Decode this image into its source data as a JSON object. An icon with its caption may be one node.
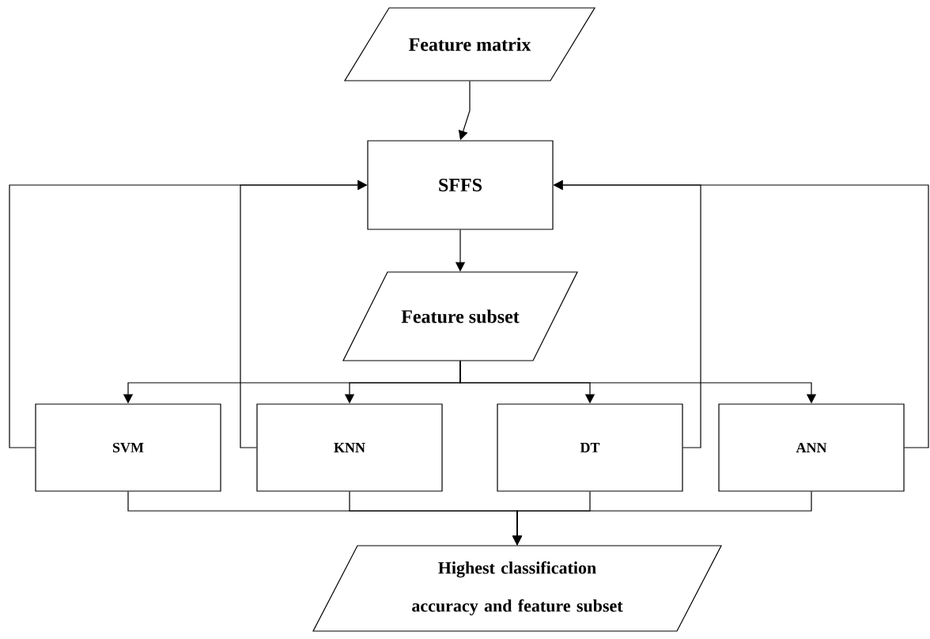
{
  "diagram": {
    "nodes": [
      {
        "text": [
          "Feature matrix"
        ]
      },
      {
        "text": [
          "SFFS"
        ]
      },
      {
        "text": [
          "Feature subset"
        ]
      },
      {
        "text": [
          "SVM"
        ]
      },
      {
        "text": [
          "KNN"
        ]
      },
      {
        "text": [
          "DT"
        ]
      },
      {
        "text": [
          "ANN"
        ]
      },
      {
        "text": [
          "Highest classification accuracy and feature subset"
        ]
      }
    ],
    "edges": [
      {
        "from": 0,
        "to": 1,
        "arrow": "to"
      },
      {
        "from": 1,
        "to": 2,
        "arrow": "to"
      },
      {
        "from": 2,
        "to": 3,
        "arrow": "to"
      },
      {
        "from": 2,
        "to": 4,
        "arrow": "to"
      },
      {
        "from": 2,
        "to": 5,
        "arrow": "to"
      },
      {
        "from": 2,
        "to": 6,
        "arrow": "to"
      },
      {
        "from": 3,
        "to": 7,
        "arrow": "to"
      },
      {
        "from": 4,
        "to": 7,
        "arrow": "to"
      },
      {
        "from": 5,
        "to": 7,
        "arrow": "to"
      },
      {
        "from": 6,
        "to": 7,
        "arrow": "to"
      },
      {
        "from": 3,
        "to": 1,
        "arrow": "to"
      },
      {
        "from": 4,
        "to": 1,
        "arrow": "to"
      },
      {
        "from": 5,
        "to": 1,
        "arrow": "to"
      },
      {
        "from": 6,
        "to": 1,
        "arrow": "to"
      }
    ]
  }
}
